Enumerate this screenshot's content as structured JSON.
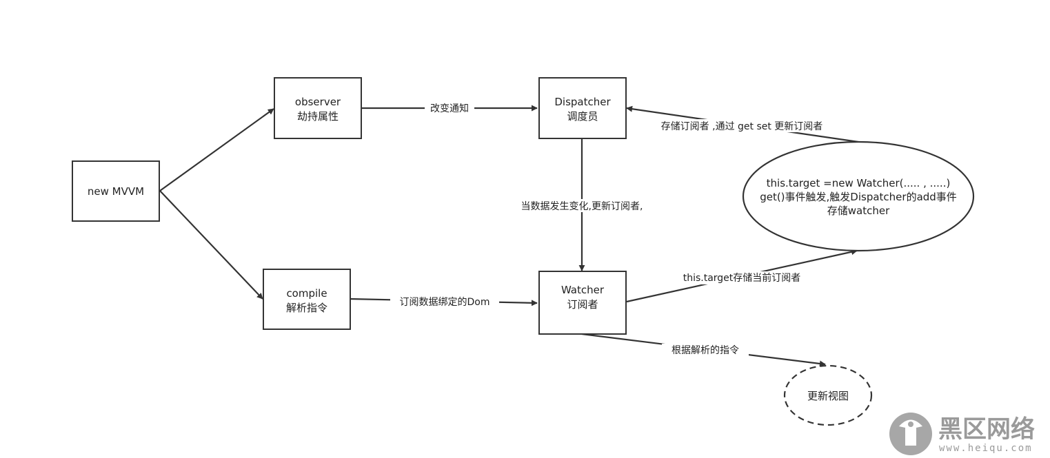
{
  "diagram": {
    "nodes": {
      "new_mvvm": {
        "label": "new MVVM"
      },
      "observer": {
        "line1": "observer",
        "line2": "劫持属性"
      },
      "compile": {
        "line1": "compile",
        "line2": "解析指令"
      },
      "dispatcher": {
        "line1": "Dispatcher",
        "line2": "调度员"
      },
      "watcher": {
        "line1": "Watcher",
        "line2": "订阅者"
      },
      "target_ellipse": {
        "line1": "this.target =new Watcher(..... , .....)",
        "line2": "get()事件触发,触发Dispatcher的add事件",
        "line3": "存储watcher"
      },
      "update_view": {
        "label": "更新视图"
      }
    },
    "edges": {
      "observer_to_dispatcher": "改变通知",
      "ellipse_to_dispatcher": "存储订阅者 ,通过 get set 更新订阅者",
      "dispatcher_to_watcher": "当数据发生变化,更新订阅者,",
      "compile_to_watcher": "订阅数据绑定的Dom",
      "watcher_to_ellipse": "this.target存储当前订阅者",
      "watcher_to_update_view": "根据解析的指令"
    }
  },
  "watermark": {
    "logo_text": "黑区网络",
    "url": "www.heiqu.com"
  },
  "colors": {
    "stroke": "#333333",
    "text": "#222222",
    "watermark": "#9a9a9a"
  }
}
